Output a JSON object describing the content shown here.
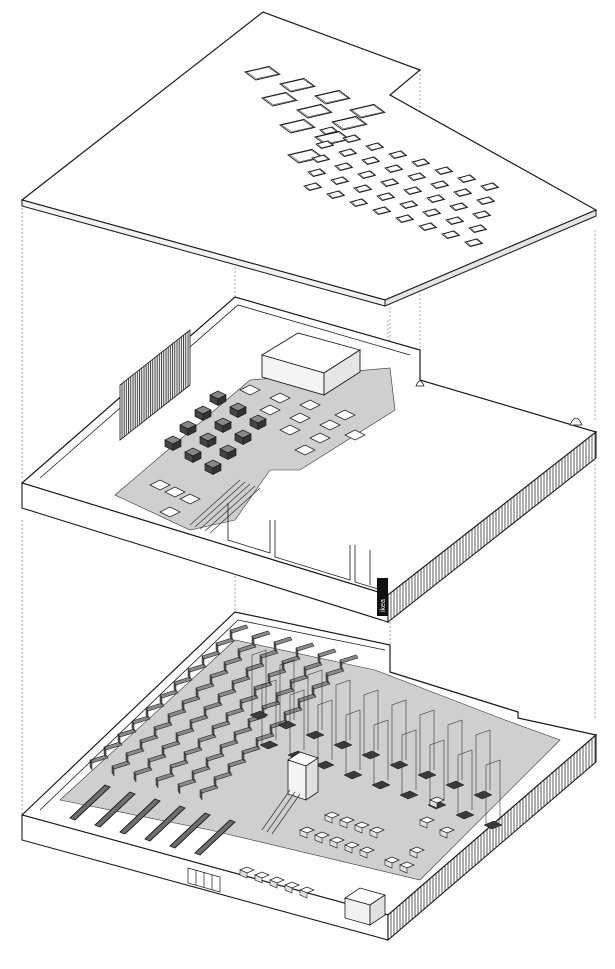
{
  "drawing": {
    "type": "exploded-axonometric",
    "layers": [
      {
        "name": "roof",
        "skylights_large": 10,
        "skylights_small": 40
      },
      {
        "name": "upper-floor"
      },
      {
        "name": "ground-floor"
      }
    ],
    "signage": {
      "text": "ikea",
      "color": "#111111"
    }
  },
  "colors": {
    "line": "#1a1a1a",
    "floor_grey": "#cfcfcf",
    "dark_grey": "#6e6e6e",
    "fill_white": "#ffffff",
    "guide": "#777777"
  }
}
